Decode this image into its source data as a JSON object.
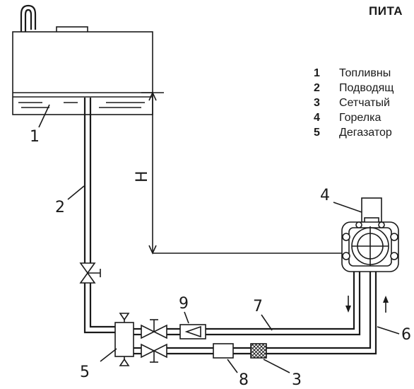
{
  "legend": {
    "title": "ПИТА",
    "items": [
      {
        "num": "1",
        "text": "Топливны"
      },
      {
        "num": "2",
        "text": "Подводящ"
      },
      {
        "num": "3",
        "text": "Сетчатый"
      },
      {
        "num": "4",
        "text": "Горелка"
      },
      {
        "num": "5",
        "text": "Дегазатор"
      }
    ]
  },
  "diagram": {
    "height_label": "H",
    "callouts": {
      "c1": "1",
      "c2": "2",
      "c3": "3",
      "c4": "4",
      "c5": "5",
      "c6": "6",
      "c7": "7",
      "c8": "8",
      "c9": "9"
    }
  }
}
